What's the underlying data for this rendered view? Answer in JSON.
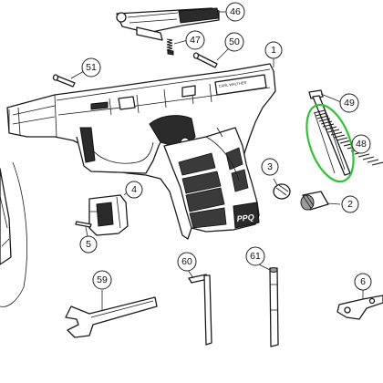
{
  "callouts": {
    "c1": "1",
    "c2": "2",
    "c3": "3",
    "c4": "4",
    "c5": "5",
    "c6": "6",
    "c46": "46",
    "c47": "47",
    "c48": "48",
    "c49": "49",
    "c50": "50",
    "c51": "51",
    "c59": "59",
    "c60": "60",
    "c61": "61"
  },
  "frame": {
    "logo": "PPQ",
    "engraving": "CARL WALTHER"
  },
  "colors": {
    "highlight": "#2ec23a",
    "line": "#1a1a1a",
    "dark_part": "#2b2b2b"
  }
}
